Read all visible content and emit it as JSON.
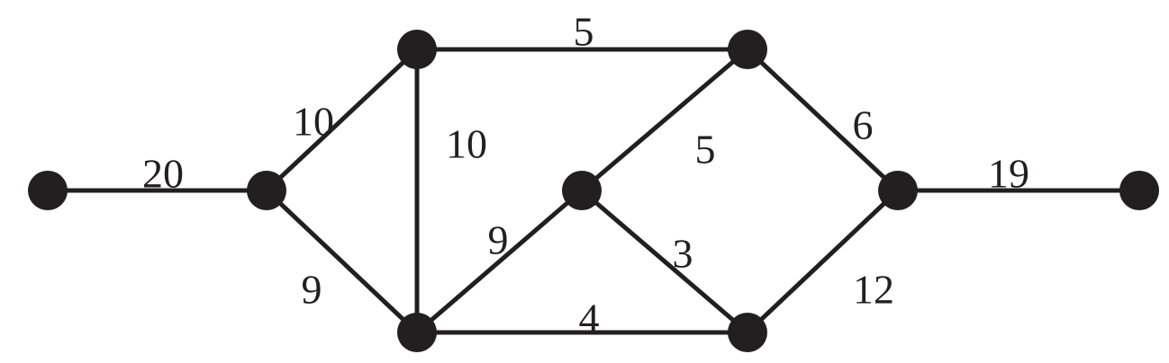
{
  "graph": {
    "nodes": [
      {
        "id": "a"
      },
      {
        "id": "b"
      },
      {
        "id": "c"
      },
      {
        "id": "d"
      },
      {
        "id": "e"
      },
      {
        "id": "f"
      },
      {
        "id": "g"
      },
      {
        "id": "h"
      },
      {
        "id": "i"
      }
    ],
    "edges": [
      {
        "from": "a",
        "to": "b",
        "weight": "20"
      },
      {
        "from": "b",
        "to": "c",
        "weight": "10"
      },
      {
        "from": "b",
        "to": "d",
        "weight": "9"
      },
      {
        "from": "c",
        "to": "e",
        "weight": "5"
      },
      {
        "from": "c",
        "to": "d",
        "weight": "10"
      },
      {
        "from": "e",
        "to": "f",
        "weight": "5"
      },
      {
        "from": "d",
        "to": "f",
        "weight": "9"
      },
      {
        "from": "f",
        "to": "g",
        "weight": "3"
      },
      {
        "from": "d",
        "to": "g",
        "weight": "4"
      },
      {
        "from": "e",
        "to": "h",
        "weight": "6"
      },
      {
        "from": "g",
        "to": "h",
        "weight": "12"
      },
      {
        "from": "h",
        "to": "i",
        "weight": "19"
      }
    ]
  }
}
